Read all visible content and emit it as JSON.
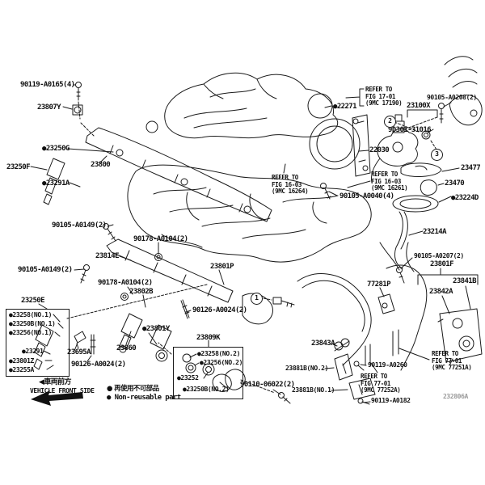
{
  "diagram": {
    "figure_code": "232806A",
    "legend": {
      "front_arrow": "◀",
      "front_jp": "車両前方",
      "front_en": "VEHICLE FRONT SIDE",
      "nonreusable_jp": "● 再使用不可部品",
      "nonreusable_en": "● Non-reusable part"
    },
    "callouts": [
      {
        "n": "1"
      },
      {
        "n": "2"
      },
      {
        "n": "3"
      }
    ],
    "labels": [
      {
        "text": "90119-A0165(4)"
      },
      {
        "text": "23807Y"
      },
      {
        "text": "●23250G"
      },
      {
        "text": "23250F"
      },
      {
        "text": "●23291A"
      },
      {
        "text": "23800"
      },
      {
        "text": "●22271"
      },
      {
        "text": "23100X"
      },
      {
        "text": "90105-A0208(2)"
      },
      {
        "text": "90301-31016"
      },
      {
        "text": "22030"
      },
      {
        "text": "23477"
      },
      {
        "text": "23470"
      },
      {
        "text": "●23224D"
      },
      {
        "text": "90105-A0040(4)"
      },
      {
        "text": "23214A"
      },
      {
        "text": "90105-A0149(2)"
      },
      {
        "text": "90178-A0104(2)"
      },
      {
        "text": "23814E"
      },
      {
        "text": "90105-A0149(2)"
      },
      {
        "text": "90178-A0104(2)"
      },
      {
        "text": "23802B"
      },
      {
        "text": "23801P"
      },
      {
        "text": "90126-A0024(2)"
      },
      {
        "text": "●23801Y"
      },
      {
        "text": "23860"
      },
      {
        "text": "23250E"
      },
      {
        "text": "●23258(NO.1)"
      },
      {
        "text": "●23250B(NO.1)"
      },
      {
        "text": "●23256(NO.1)"
      },
      {
        "text": "●23291"
      },
      {
        "text": "●23801Z"
      },
      {
        "text": "●23255A"
      },
      {
        "text": "23695A"
      },
      {
        "text": "90126-A0024(2)"
      },
      {
        "text": "23809K"
      },
      {
        "text": "●23258(NO.2)"
      },
      {
        "text": "●23256(NO.2)"
      },
      {
        "text": "●23252"
      },
      {
        "text": "●23250B(NO.2)"
      },
      {
        "text": "90110-06022(2)"
      },
      {
        "text": "77281P"
      },
      {
        "text": "90105-A0207(2)"
      },
      {
        "text": "23801F"
      },
      {
        "text": "23841B"
      },
      {
        "text": "23842A"
      },
      {
        "text": "23843A"
      },
      {
        "text": "23881B(NO.2)"
      },
      {
        "text": "90119-A0260"
      },
      {
        "text": "23881B(NO.1)"
      },
      {
        "text": "90119-A0182"
      }
    ],
    "notes": [
      {
        "l1": "REFER TO",
        "l2": "FIG 17-01",
        "l3": "(9MC 17190)"
      },
      {
        "l1": "REFER TO",
        "l2": "FIG 16-03",
        "l3": "(9MC 16264)"
      },
      {
        "l1": "REFER TO",
        "l2": "FIG 16-03",
        "l3": "(9MC 16261)"
      },
      {
        "l1": "REFER TO",
        "l2": "FIG 77-01",
        "l3": "(9MC 77251A)"
      },
      {
        "l1": "REFER TO",
        "l2": "FIG 77-01",
        "l3": "(9MC 77252A)"
      }
    ]
  }
}
